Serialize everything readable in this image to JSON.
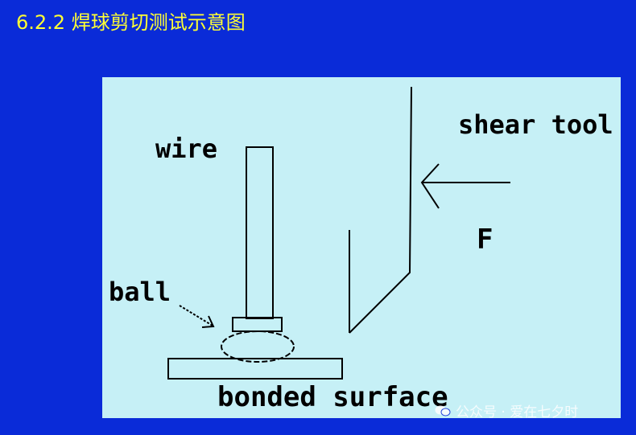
{
  "slide": {
    "title": "6.2.2 焊球剪切测试示意图"
  },
  "diagram": {
    "labels": {
      "wire": "wire",
      "shear_tool": "shear tool",
      "force": "F",
      "ball": "ball",
      "bonded_surface": "bonded surface"
    }
  },
  "watermark": {
    "text": "公众号 · 爱在七夕时",
    "icon": "wechat-icon"
  },
  "colors": {
    "background": "#0a2bd8",
    "title": "#ffff33",
    "panel": "#c6f0f6",
    "ink": "#000000"
  }
}
